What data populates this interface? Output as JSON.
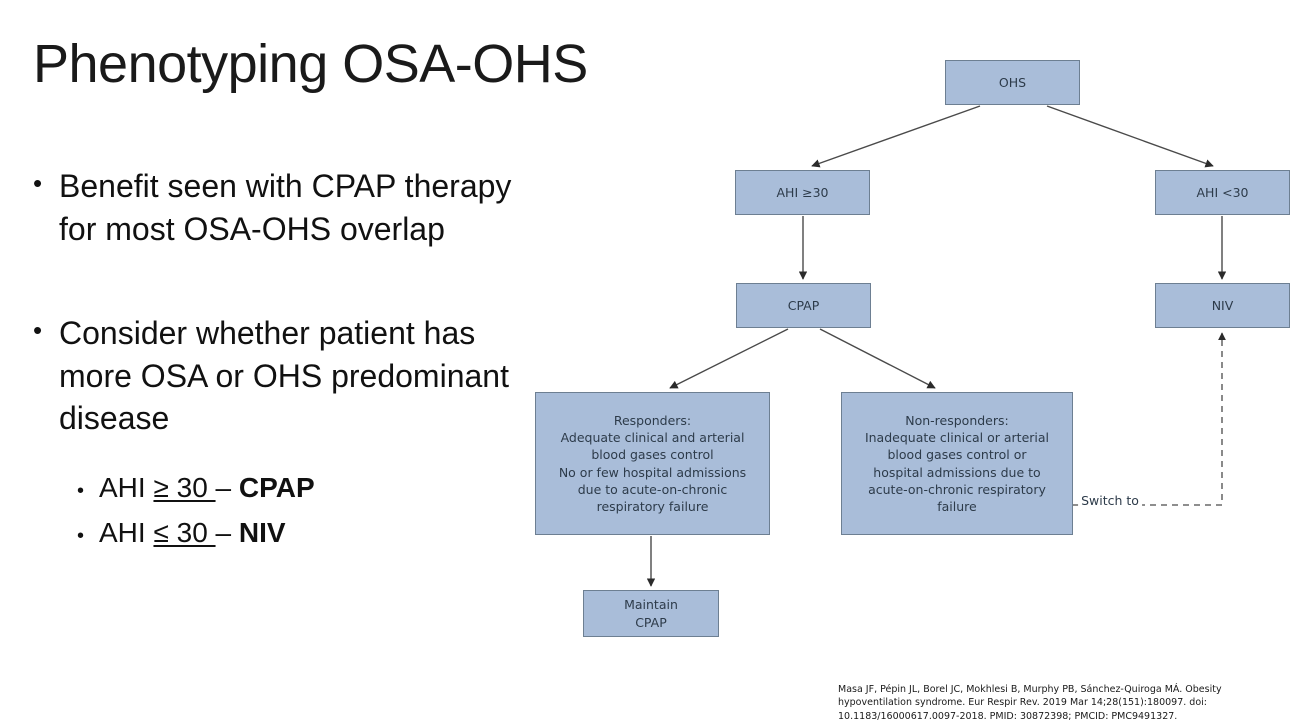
{
  "slide": {
    "title": "Phenotyping OSA-OHS",
    "bullets": [
      {
        "text": "Benefit seen with CPAP therapy for most OSA-OHS overlap",
        "marker": "•"
      },
      {
        "text": "Consider whether patient has more OSA or OHS predominant disease",
        "marker": "•"
      }
    ],
    "sub_bullets": [
      {
        "marker": "•",
        "prefix": "AHI ",
        "comparison": "≥ 30 ",
        "dash": "– ",
        "therapy": "CPAP"
      },
      {
        "marker": "•",
        "prefix": "AHI ",
        "comparison": "≤ 30 ",
        "dash": "– ",
        "therapy": "NIV"
      }
    ]
  },
  "flowchart": {
    "fill_color": "#a9bdd9",
    "border_color": "#6d7f92",
    "text_color": "#2d3b4a",
    "nodes": {
      "ohs": "OHS",
      "ahi_high": "AHI ≥30",
      "ahi_low": "AHI <30",
      "cpap": "CPAP",
      "niv": "NIV",
      "responders": "Responders:\nAdequate clinical and arterial\nblood gases control\nNo or few hospital admissions\ndue to acute-on-chronic\nrespiratory failure",
      "nonresponders": "Non-responders:\nInadequate clinical or arterial\nblood gases control or\nhospital admissions due to\nacute-on-chronic respiratory\nfailure",
      "maintain": "Maintain\nCPAP"
    },
    "edge_labels": {
      "switch_to": "Switch to"
    }
  },
  "citation": "Masa JF, Pépin JL, Borel JC, Mokhlesi B, Murphy PB, Sánchez-Quiroga MÁ. Obesity hypoventilation syndrome. Eur Respir Rev. 2019 Mar 14;28(151):180097. doi: 10.1183/16000617.0097-2018. PMID: 30872398; PMCID: PMC9491327."
}
